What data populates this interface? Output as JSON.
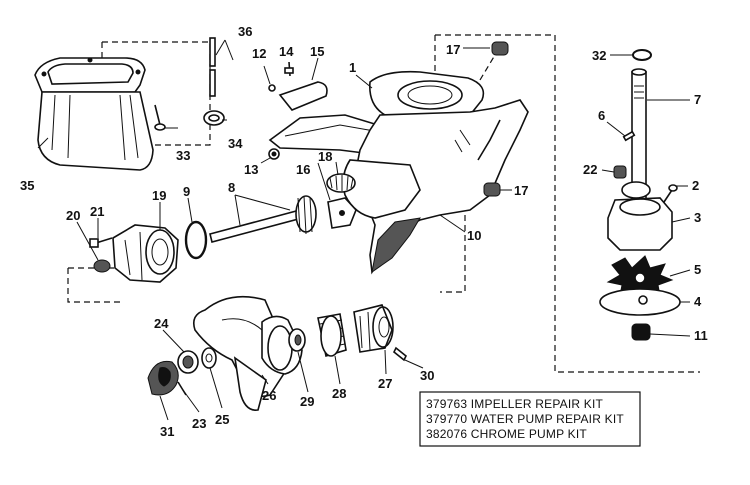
{
  "callouts": [
    {
      "id": "c1",
      "label": "1"
    },
    {
      "id": "c2",
      "label": "2"
    },
    {
      "id": "c3",
      "label": "3"
    },
    {
      "id": "c4",
      "label": "4"
    },
    {
      "id": "c5",
      "label": "5"
    },
    {
      "id": "c6",
      "label": "6"
    },
    {
      "id": "c7",
      "label": "7"
    },
    {
      "id": "c8",
      "label": "8"
    },
    {
      "id": "c9",
      "label": "9"
    },
    {
      "id": "c10",
      "label": "10"
    },
    {
      "id": "c11",
      "label": "11"
    },
    {
      "id": "c12",
      "label": "12"
    },
    {
      "id": "c13",
      "label": "13"
    },
    {
      "id": "c14",
      "label": "14"
    },
    {
      "id": "c15",
      "label": "15"
    },
    {
      "id": "c16",
      "label": "16"
    },
    {
      "id": "c17a",
      "label": "17"
    },
    {
      "id": "c17b",
      "label": "17"
    },
    {
      "id": "c18",
      "label": "18"
    },
    {
      "id": "c19",
      "label": "19"
    },
    {
      "id": "c20",
      "label": "20"
    },
    {
      "id": "c21",
      "label": "21"
    },
    {
      "id": "c22",
      "label": "22"
    },
    {
      "id": "c23",
      "label": "23"
    },
    {
      "id": "c24",
      "label": "24"
    },
    {
      "id": "c25",
      "label": "25"
    },
    {
      "id": "c26",
      "label": "26"
    },
    {
      "id": "c27",
      "label": "27"
    },
    {
      "id": "c28",
      "label": "28"
    },
    {
      "id": "c29",
      "label": "29"
    },
    {
      "id": "c30",
      "label": "30"
    },
    {
      "id": "c31",
      "label": "31"
    },
    {
      "id": "c32",
      "label": "32"
    },
    {
      "id": "c33",
      "label": "33"
    },
    {
      "id": "c34",
      "label": "34"
    },
    {
      "id": "c35",
      "label": "35"
    },
    {
      "id": "c36",
      "label": "36"
    }
  ],
  "kit_box": {
    "lines": [
      "379763 IMPELLER REPAIR KIT",
      "379770 WATER PUMP REPAIR KIT",
      "382076 CHROME PUMP KIT"
    ]
  }
}
